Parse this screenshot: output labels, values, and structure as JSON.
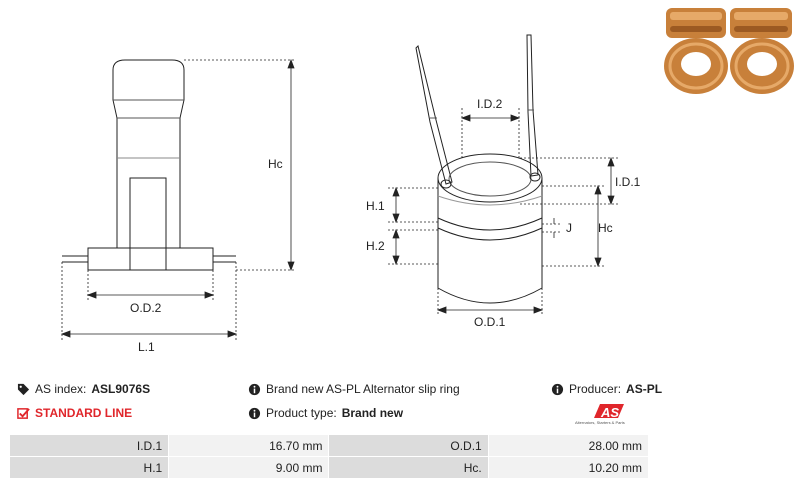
{
  "diagram": {
    "left": {
      "hc": "Hc",
      "od2": "O.D.2",
      "l1": "L.1"
    },
    "right": {
      "id2": "I.D.2",
      "id1": "I.D.1",
      "h1": "H.1",
      "h2": "H.2",
      "j": "J",
      "hc": "Hc",
      "od1": "O.D.1"
    }
  },
  "info": {
    "as_index_label": "AS index:",
    "as_index_value": "ASL9076S",
    "standard_line": "STANDARD LINE",
    "description": "Brand new AS-PL Alternator slip ring",
    "product_type_label": "Product type:",
    "product_type_value": "Brand new",
    "producer_label": "Producer:",
    "producer_value": "AS-PL",
    "logo_text": "AS",
    "logo_subtitle": "Alternators, Starters & Parts"
  },
  "specs": [
    {
      "k1": "I.D.1",
      "v1": "16.70 mm",
      "k2": "O.D.1",
      "v2": "28.00 mm"
    },
    {
      "k1": "H.1",
      "v1": "9.00 mm",
      "k2": "Hc.",
      "v2": "10.20 mm"
    }
  ],
  "colors": {
    "accent": "#e0262b",
    "copper": "#c8803a"
  }
}
